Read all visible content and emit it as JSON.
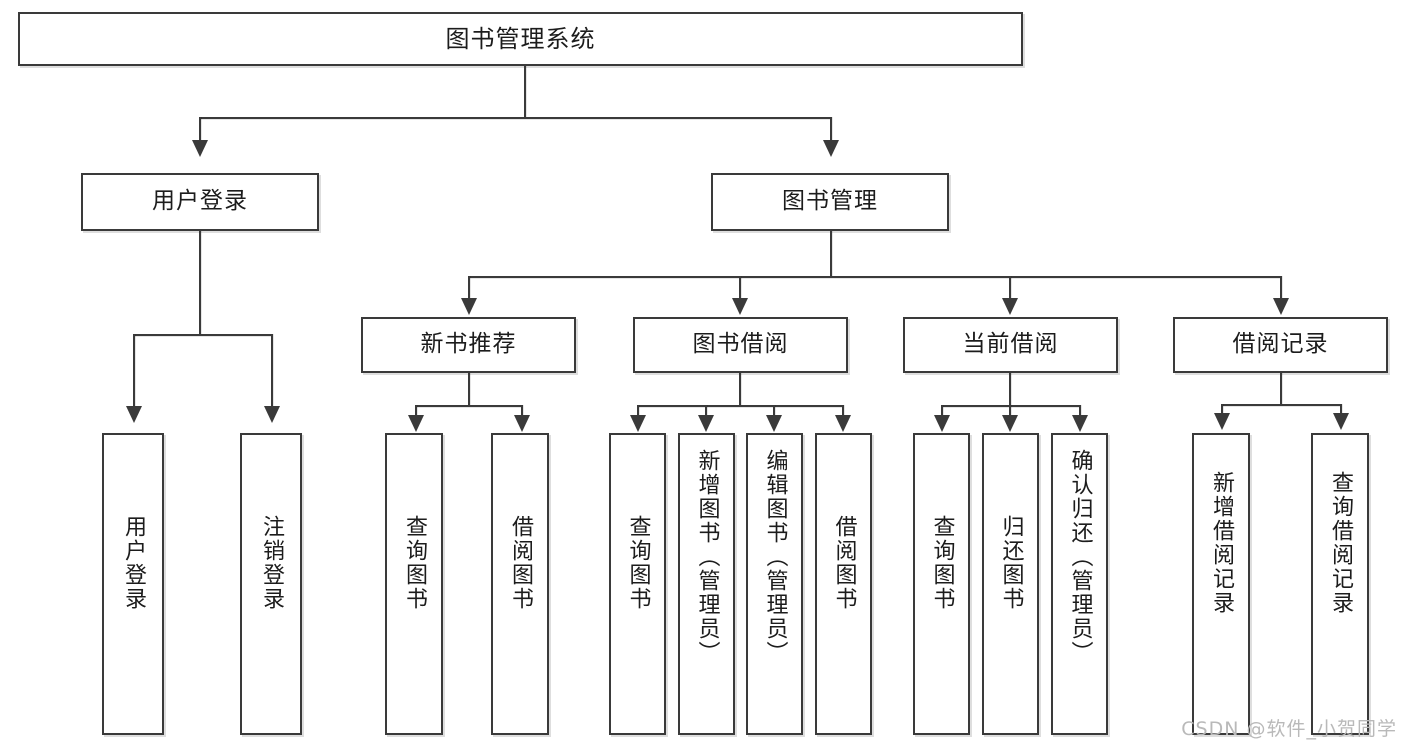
{
  "diagram": {
    "title": "图书管理系统",
    "watermark": "CSDN @软件_小贺同学",
    "root": {
      "label": "图书管理系统"
    },
    "level1": [
      {
        "label": "用户登录"
      },
      {
        "label": "图书管理"
      }
    ],
    "level2": [
      {
        "label": "新书推荐"
      },
      {
        "label": "图书借阅"
      },
      {
        "label": "当前借阅"
      },
      {
        "label": "借阅记录"
      }
    ],
    "leaves": {
      "user_login": [
        {
          "label": "用户登录"
        },
        {
          "label": "注销登录"
        }
      ],
      "new_book_recommend": [
        {
          "label": "查询图书"
        },
        {
          "label": "借阅图书"
        }
      ],
      "book_borrow": [
        {
          "label": "查询图书"
        },
        {
          "label": "新增图书（管理员）"
        },
        {
          "label": "编辑图书（管理员）"
        },
        {
          "label": "借阅图书"
        }
      ],
      "current_borrow": [
        {
          "label": "查询图书"
        },
        {
          "label": "归还图书"
        },
        {
          "label": "确认归还（管理员）"
        }
      ],
      "borrow_records": [
        {
          "label": "新增借阅记录"
        },
        {
          "label": "查询借阅记录"
        }
      ]
    }
  },
  "colors": {
    "stroke": "#3a3a3a",
    "fill": "#ffffff",
    "text": "#1c1c1c",
    "watermark": "#b9b9b9"
  }
}
